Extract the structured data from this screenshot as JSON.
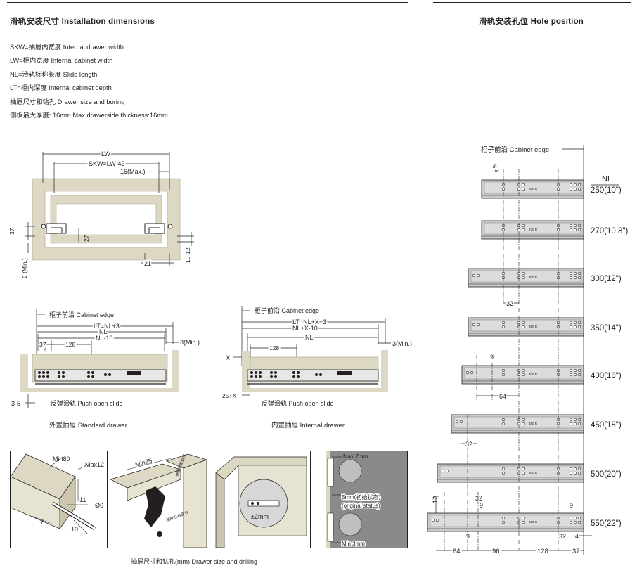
{
  "left_section": {
    "title": "滑轨安装尺寸 Installation dimensions",
    "definitions": [
      "SKW=抽屉内宽度  Internal drawer width",
      "LW=柜内宽度  Internal cabinet width",
      "NL=滑轨标称长度  Slide length",
      "LT=柜内深度  Internal cabinet depth",
      "抽屉尺寸和钻孔  Drawer size and boring",
      "侧板最大厚度: 16mm   Max drawerside thickness:16mm"
    ],
    "front_view": {
      "lw": "LW",
      "skw": "SKW=LW-42",
      "max_gap": "16(Max.)",
      "height_37": "37",
      "height_27": "27",
      "min_2": "2 (Min.)",
      "dim_21": "21",
      "dim_10_12": "10-12"
    },
    "standard_drawer": {
      "cabinet_edge": "柜子前沿  Cabinet edge",
      "lt": "LT=NL+3",
      "nl": "NL",
      "nl_minus": "NL-10",
      "dim_37": "37",
      "dim_128": "128",
      "min_3": "3(Min.)",
      "dim_3_5": "3-5",
      "slide_label": "反弹滑轨  Push open slide",
      "caption": "外置抽屉 Standard drawer"
    },
    "internal_drawer": {
      "cabinet_edge": "柜子前沿  Cabinet edge",
      "lt": "LT=NL+X+3",
      "nl_x": "NL+X-10",
      "nl": "NL",
      "dim_128": "128",
      "min_3": "3(Min.)",
      "x": "X",
      "dim_25x": "25+X",
      "slide_label": "反弹滑轨  Push open slide",
      "caption": "内置抽屉 Internal drawer"
    },
    "details": {
      "min80": "Min80",
      "max12": "Max12",
      "d11": "11",
      "d6": "Ø6",
      "d7": "7",
      "d10": "10",
      "min75": "Min75",
      "height_adj": "抽屉高度调节 Drawer height adjustment 0-3mm",
      "width_adj": "抽屉左右调节 Drawer width adjustment ±1.5mm",
      "pm2": "±2mm",
      "max7": "Max 7mm",
      "five_mm": "5mm(初始状态)",
      "original": "(original status)",
      "min3mm": "Min 3mm"
    },
    "bottom_caption": "抽屉尺寸和钻孔(mm)  Drawer size and drilling"
  },
  "right_section": {
    "title": "滑轨安装孔位 Hole position",
    "cabinet_edge": "柜子前沿  Cabinet edge",
    "nl_header": "NL",
    "dim_6_3": "6.3",
    "slides": [
      {
        "size": "250(10\")",
        "code": "250 R"
      },
      {
        "size": "270(10.8\")",
        "code": "270 R"
      },
      {
        "size": "300(12\")",
        "code": "300 R"
      },
      {
        "size": "350(14\")",
        "code": "350 R"
      },
      {
        "size": "400(16\")",
        "code": "400 R"
      },
      {
        "size": "450(18\")",
        "code": "450 R"
      },
      {
        "size": "500(20\")",
        "code": "500 R"
      },
      {
        "size": "550(22\")",
        "code": "550 R"
      }
    ],
    "dims": {
      "d32": "32",
      "d9": "9",
      "d64": "64",
      "d96": "96",
      "d128": "128",
      "d37": "37",
      "d4": "4",
      "d12": "12"
    }
  }
}
